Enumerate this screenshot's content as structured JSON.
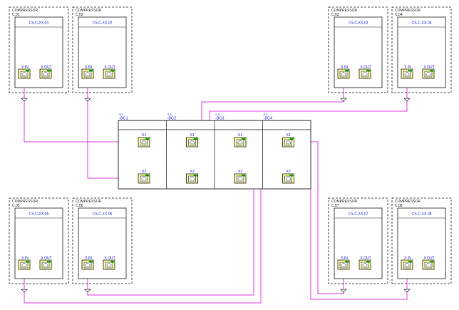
{
  "compressors": [
    {
      "title": "COMPRESSOR",
      "code": "C.01",
      "label": "CS-C-XX-01",
      "port_in": "X IN",
      "port_out": "X OUT"
    },
    {
      "title": "COMPRESSOR",
      "code": "C.02",
      "label": "CS-C-XX-02",
      "port_in": "X IN",
      "port_out": "X OUT"
    },
    {
      "title": "COMPRESSOR",
      "code": "C.03",
      "label": "CS-C-XX-03",
      "port_in": "X IN",
      "port_out": "X OUT"
    },
    {
      "title": "COMPRESSOR",
      "code": "C.04",
      "label": "CS-C-XX-04",
      "port_in": "X IN",
      "port_out": "X OUT"
    },
    {
      "title": "COMPRESSOR",
      "code": "C.05",
      "label": "CS-C-XX-05",
      "port_in": "X IN",
      "port_out": "X OUT"
    },
    {
      "title": "COMPRESSOR",
      "code": "C.06",
      "label": "CS-C-XX-06",
      "port_in": "X IN",
      "port_out": "X OUT"
    },
    {
      "title": "COMPRESSOR",
      "code": "C.07",
      "label": "CS-C-XX-07",
      "port_in": "X IN",
      "port_out": "X OUT"
    },
    {
      "title": "COMPRESSOR",
      "code": "C.08",
      "label": "CS-C-XX-08",
      "port_in": "X IN",
      "port_out": "X OUT"
    }
  ],
  "bus_couplers": [
    {
      "ref": "/3.2",
      "name": "-BC1",
      "x1": "X1",
      "x2": "X2"
    },
    {
      "ref": "/3.3",
      "name": "-BC2",
      "x1": "X1",
      "x2": "X2"
    },
    {
      "ref": "/3.3",
      "name": "-BC3",
      "x1": "X1",
      "x2": "X2"
    },
    {
      "ref": "/3.3",
      "name": "-BC4",
      "x1": "X1",
      "x2": "X2"
    }
  ],
  "colors": {
    "wire": "#e040e0",
    "label_text": "#1a1adc",
    "port_fill": "#ffff99",
    "port_led": "#00a000",
    "frame": "#222222"
  }
}
